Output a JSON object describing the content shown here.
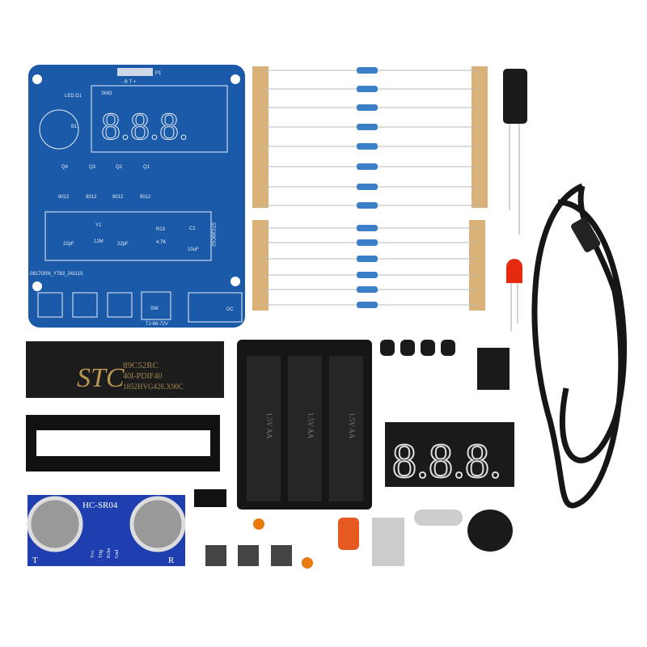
{
  "pcb": {
    "header_label": "P1",
    "header_pins": "- R T +",
    "display_label": "SMG",
    "led_label": "LED D1",
    "buzzer_label": "B1",
    "transistors": [
      "Q4",
      "Q3",
      "Q2",
      "Q1"
    ],
    "transistor_type": "9012",
    "crystal_label": "Y1",
    "crystal_value": "12M",
    "cap_value": "22pF",
    "resistor_label": "R13",
    "resistor_value": "4.7K",
    "electrolytic_label": "C1",
    "electrolytic_value": "10uF",
    "board_code": "0817G0N_Y763_241115",
    "switch_label": "SW",
    "dc_label": "DC",
    "chip_label": "STC89C52",
    "switch_code": "TJ-66-72V"
  },
  "chip": {
    "brand": "STC",
    "model": "89C52RC",
    "package": "40I-PDIF40",
    "lot": "1852HVG428.X90C"
  },
  "sensor": {
    "name": "HC-SR04",
    "pins": [
      "Vcc",
      "Trig",
      "Echo",
      "Gnd"
    ],
    "left_mark": "T",
    "right_mark": "R"
  },
  "battery_holder": {
    "cell_label": "1.5V AA"
  },
  "colors": {
    "pcb": "#1a5aa8",
    "sensor": "#1f3fb0",
    "paper": "#d9b27a"
  }
}
